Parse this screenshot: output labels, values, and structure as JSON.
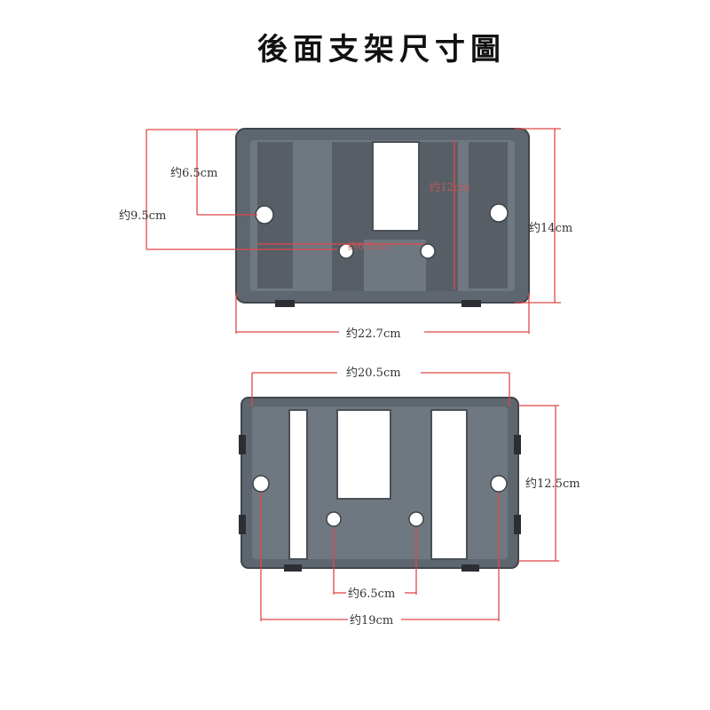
{
  "title": "後面支架尺寸圖",
  "top_view": {
    "labels": {
      "h_top": "约6.5cm",
      "h_hole": "约9.5cm",
      "inner_h": "约12cm",
      "hole_gap": "约6.5cm",
      "height": "约14cm",
      "width": "约22.7cm"
    }
  },
  "bottom_view": {
    "labels": {
      "width": "约20.5cm",
      "height": "约12.5cm",
      "hole_gap": "约6.5cm",
      "outer_gap": "约19cm"
    }
  },
  "colors": {
    "dimension_line": "#e04848",
    "bracket": "#5e6670"
  }
}
